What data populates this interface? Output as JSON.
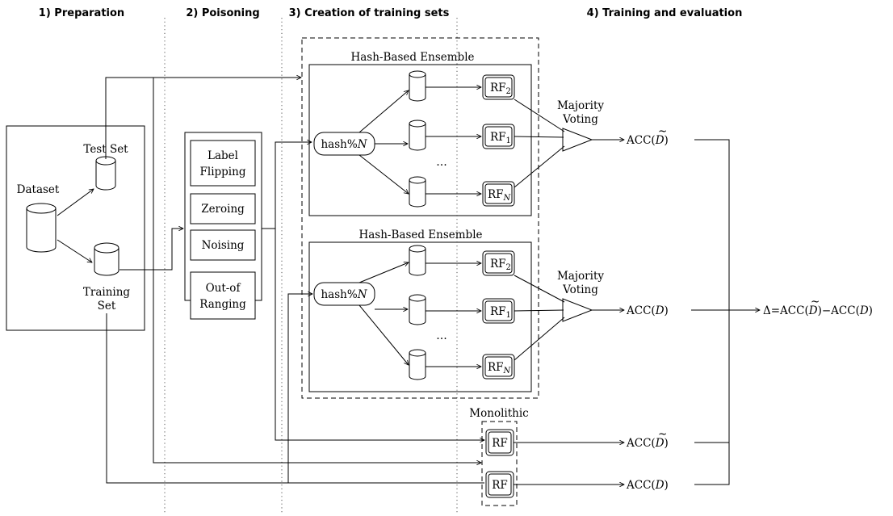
{
  "phases": [
    "1) Preparation",
    "2) Poisoning",
    "3) Creation of training sets",
    "4) Training and evaluation"
  ],
  "preparation": {
    "dataset": "Dataset",
    "test_set": "Test Set",
    "training_set_line1": "Training",
    "training_set_line2": "Set"
  },
  "poisoning": {
    "label_flipping_line1": "Label",
    "label_flipping_line2": "Flipping",
    "zeroing": "Zeroing",
    "noising": "Noising",
    "out_of_ranging_line1": "Out-of",
    "out_of_ranging_line2": "Ranging"
  },
  "ensembles": {
    "title": "Hash-Based Ensemble",
    "hash_text": "hash%",
    "hash_var": "N",
    "rf_base": "RF",
    "rf_sub_2": "2",
    "rf_sub_1": "1",
    "rf_sub_n": "N",
    "ellipsis": "…",
    "voting_line1": "Majority",
    "voting_line2": "Voting"
  },
  "monolithic": {
    "title": "Monolithic",
    "rf": "RF"
  },
  "outputs": {
    "acc": "ACC(",
    "close": ")",
    "d": "D",
    "tilde": "~"
  },
  "delta": {
    "symbol": "Δ=ACC(",
    "minus": ")−ACC(",
    "close": ")"
  }
}
